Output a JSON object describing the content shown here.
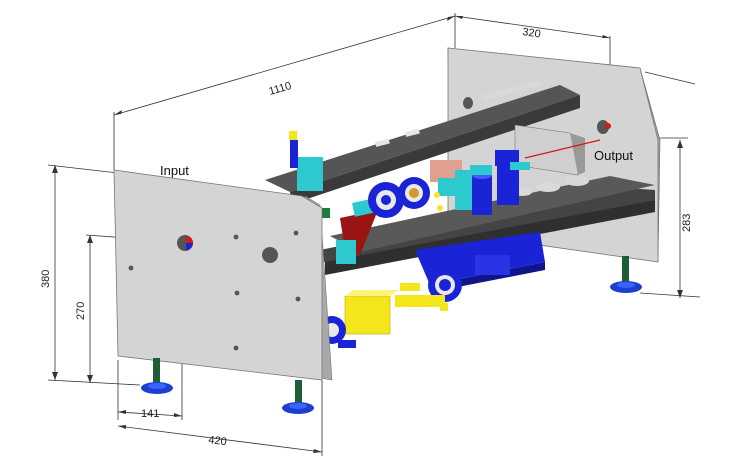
{
  "labels": {
    "input": "Input",
    "output": "Output"
  },
  "dimensions": {
    "overall_length": "1110",
    "depth_top": "320",
    "height_right": "283",
    "height_left": "380",
    "axis_height": "270",
    "axis_offset": "141",
    "depth_bottom": "420"
  },
  "colors": {
    "plate": "#d4d4d4",
    "plate_dark": "#a9a9a9",
    "frame": "#555555",
    "frame_dark": "#3a3a3a",
    "roller_blue": "#1a24d6",
    "cyan": "#2ec9cf",
    "yellow": "#f3e61b",
    "red": "#d11a1a",
    "green_post": "#1d5e36",
    "foot": "#1c3fd0"
  }
}
